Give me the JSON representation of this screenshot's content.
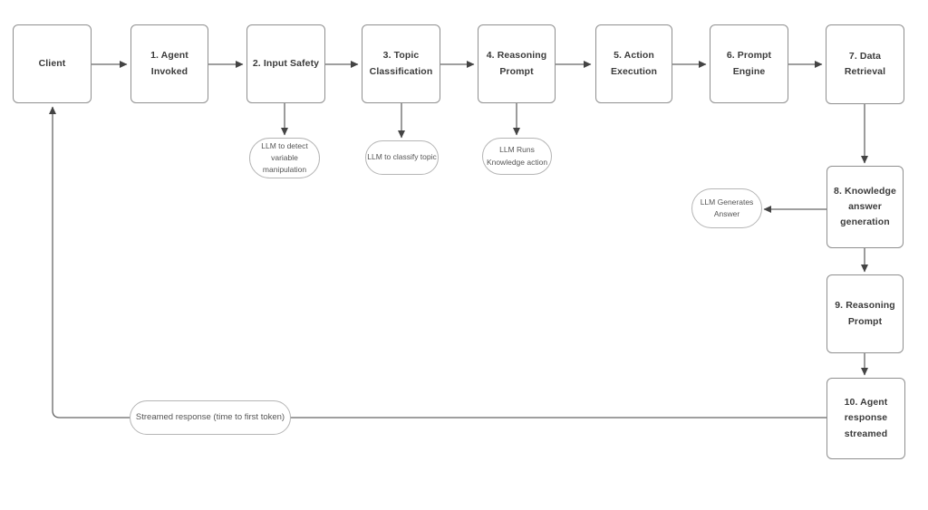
{
  "diagram": {
    "boxes": [
      {
        "id": "client",
        "label": "Client"
      },
      {
        "id": "step-1",
        "label": "1. Agent\nInvoked"
      },
      {
        "id": "step-2",
        "label": "2. Input Safety"
      },
      {
        "id": "step-3",
        "label": "3. Topic\nClassification"
      },
      {
        "id": "step-4",
        "label": "4. Reasoning\nPrompt"
      },
      {
        "id": "step-5",
        "label": "5. Action\nExecution"
      },
      {
        "id": "step-6",
        "label": "6. Prompt\nEngine"
      },
      {
        "id": "step-7",
        "label": "7. Data\nRetrieval"
      },
      {
        "id": "step-8",
        "label": "8. Knowledge\nanswer\ngeneration"
      },
      {
        "id": "step-9",
        "label": "9. Reasoning\nPrompt"
      },
      {
        "id": "step-10",
        "label": "10. Agent\nresponse\nstreamed"
      }
    ],
    "callouts": [
      {
        "id": "llm-detect",
        "label": "LLM to detect\nvariable\nmanipulation"
      },
      {
        "id": "llm-classify",
        "label": "LLM to classify topic"
      },
      {
        "id": "llm-runs",
        "label": "LLM Runs\nKnowledge action"
      },
      {
        "id": "llm-generates",
        "label": "LLM Generates\nAnswer"
      },
      {
        "id": "streamed-response",
        "label": "Streamed response (time to first token)"
      }
    ],
    "colors": {
      "line": "#666666",
      "arrow": "#444444",
      "box_border": "#8f8f8f",
      "bubble_border": "#b5b5b5"
    }
  }
}
